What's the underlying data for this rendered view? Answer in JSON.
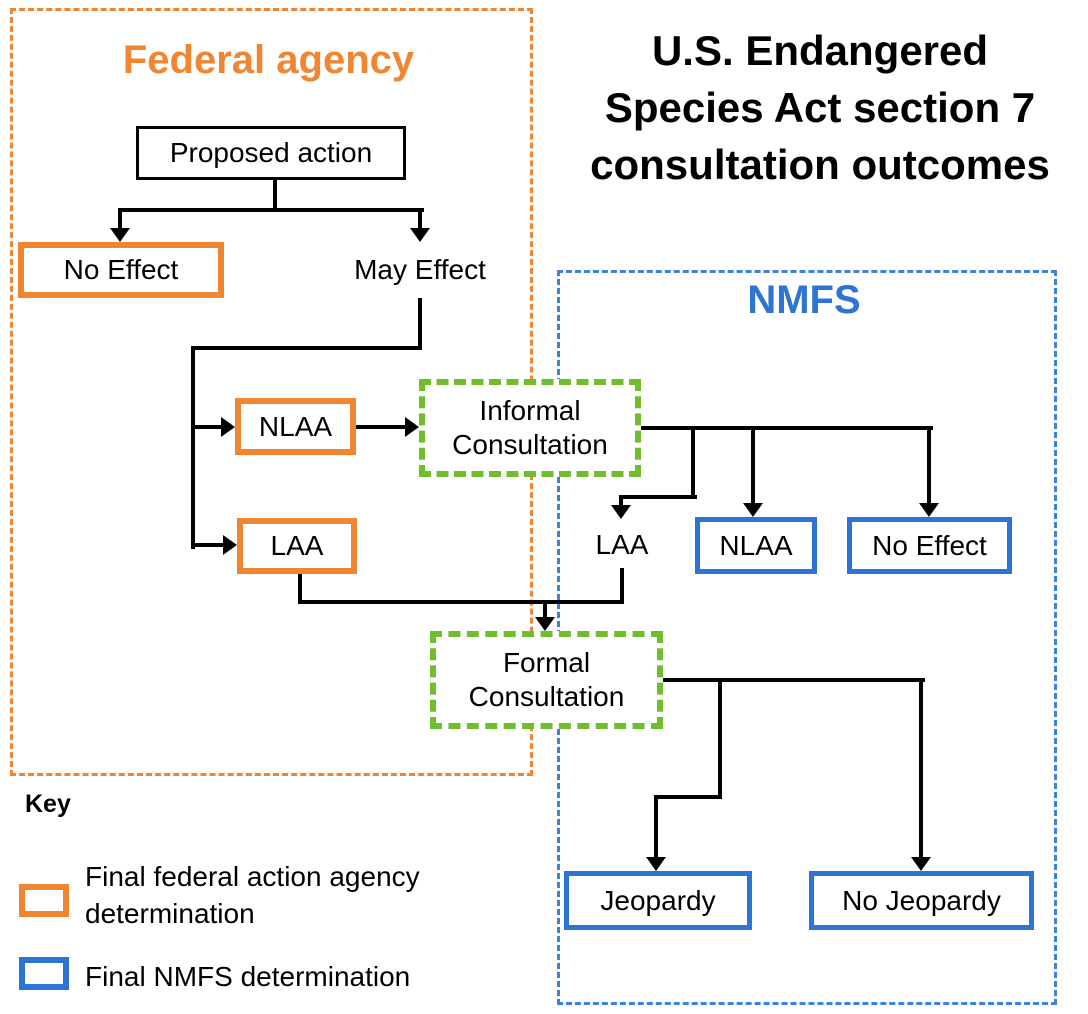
{
  "title": "U.S. Endangered Species Act section 7 consultation outcomes",
  "regions": {
    "federal_agency": {
      "label": "Federal agency",
      "color": "#F08532"
    },
    "nmfs": {
      "label": "NMFS",
      "color": "#2E74D2"
    }
  },
  "nodes": {
    "proposed_action": {
      "label": "Proposed action"
    },
    "no_effect_agency": {
      "label": "No Effect"
    },
    "may_effect": {
      "label": "May Effect"
    },
    "nlaa_agency": {
      "label": "NLAA"
    },
    "laa_agency": {
      "label": "LAA"
    },
    "informal_consultation": {
      "label": "Informal Consultation"
    },
    "laa_nmfs": {
      "label": "LAA"
    },
    "nlaa_nmfs": {
      "label": "NLAA"
    },
    "no_effect_nmfs": {
      "label": "No Effect"
    },
    "formal_consultation": {
      "label": "Formal Consultation"
    },
    "jeopardy": {
      "label": "Jeopardy"
    },
    "no_jeopardy": {
      "label": "No Jeopardy"
    }
  },
  "key": {
    "heading": "Key",
    "items": [
      {
        "label": "Final federal action agency determination",
        "swatch_color": "#F08532"
      },
      {
        "label": "Final NMFS determination",
        "swatch_color": "#2E74D2"
      }
    ]
  },
  "colors": {
    "orange": "#F08532",
    "blue": "#2E74D2",
    "green_dashed": "#6EBE2D",
    "connector_black": "#000000"
  }
}
